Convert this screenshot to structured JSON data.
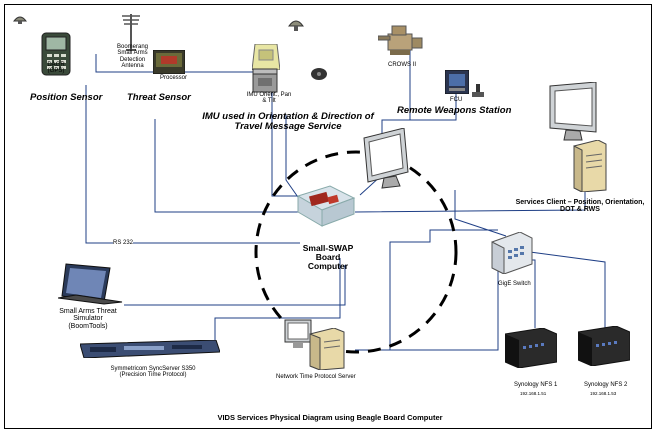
{
  "title": "VIDS Services Physical Diagram using Beagle Board Computer",
  "gps": {
    "label_line1": "DAGR",
    "label_line2": "(GPS)",
    "heading": "Position Sensor"
  },
  "threat": {
    "antenna_label": "Boomerang Small Arms Detection Antenna",
    "processor_label": "Processor",
    "heading": "Threat Sensor"
  },
  "imu": {
    "label_line1": "IMU Orient., Pan",
    "label_line2": "& Tilt",
    "heading_line1": "IMU used in Orientation & Direction of",
    "heading_line2": "Travel Message Service"
  },
  "rws": {
    "crows_label": "CROWS II",
    "fcu_label": "FCU",
    "heading": "Remote Weapons Station"
  },
  "services_client": {
    "label_line1": "Services Client – Position, Orientation,",
    "label_line2": "DOT & RWS"
  },
  "board": {
    "label_line1": "Small-SWAP",
    "label_line2": "Board",
    "label_line3": "Computer"
  },
  "rs232_label": "RS 232",
  "threat_sim": {
    "label_line1": "Small Arms Threat",
    "label_line2": "Simulator",
    "label_line3": "(BoomTools)"
  },
  "syncserver": {
    "label_line1": "Symmetricom SyncServer S350",
    "label_line2": "(Precision Time Protocol)"
  },
  "ntp_label": "Network Time Protocol Server",
  "switch_label": "GigE Switch",
  "nfs1": {
    "label": "Synology NFS 1",
    "ip": "192.168.1.51"
  },
  "nfs2": {
    "label": "Synology NFS 2",
    "ip": "192.168.1.53"
  },
  "colors": {
    "wire": "#1f3f86",
    "text": "#000000",
    "dash_circle": "#000000"
  }
}
